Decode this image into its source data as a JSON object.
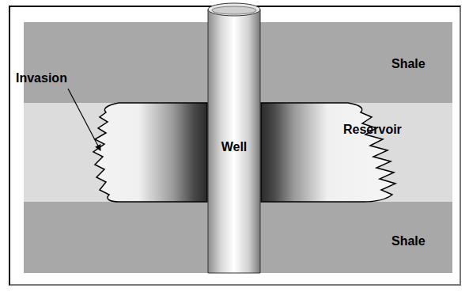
{
  "diagram": {
    "nodes": [
      {
        "text": [
          "Shale"
        ]
      },
      {
        "text": [
          "Reservoir"
        ]
      },
      {
        "text": [
          "Well"
        ]
      },
      {
        "text": [
          "Shale"
        ]
      }
    ],
    "labels": [
      "Invasion"
    ]
  }
}
